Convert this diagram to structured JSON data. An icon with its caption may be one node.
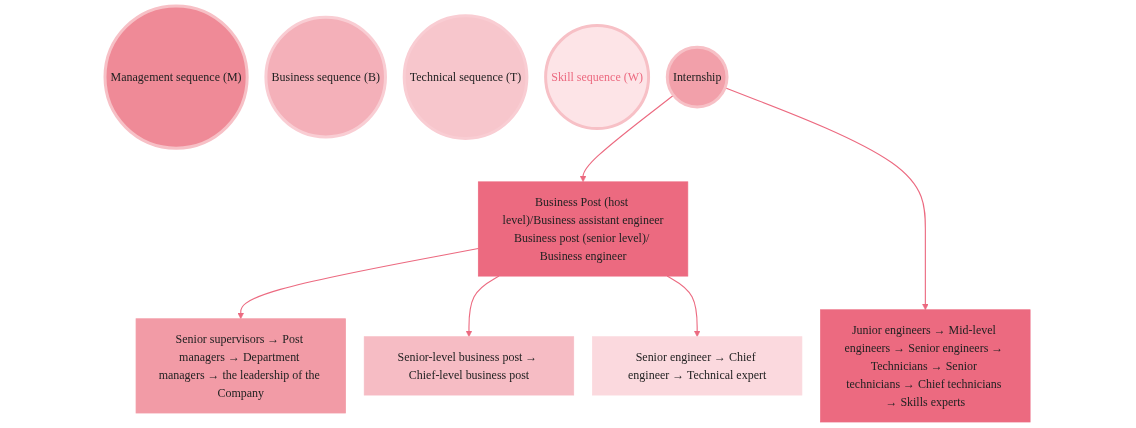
{
  "diagram": {
    "nodes": [
      {
        "text": [
          "Internship"
        ]
      },
      {
        "text": [
          "Business Post (host level)/Business assistant engineer",
          "Business post (senior level)/ Business engineer"
        ]
      },
      {
        "text": [
          "Senior supervisors → Post managers → Department managers → the leadership of the Company"
        ]
      },
      {
        "text": [
          "Senior-level business post → Chief-level business post"
        ]
      },
      {
        "text": [
          "Senior engineer → Chief engineer → Technical expert"
        ]
      },
      {
        "text": [
          "Junior engineers → Mid-level engineers → Senior engineers → Technicians → Senior technicians → Chief technicians → Skills experts"
        ]
      },
      {
        "text": [
          "Management sequence (M)"
        ]
      },
      {
        "text": [
          "Business sequence (B)"
        ]
      },
      {
        "text": [
          "Technical sequence (T)"
        ]
      },
      {
        "text": [
          "Skill sequence (W)"
        ]
      }
    ],
    "edges": [
      {
        "from": 0,
        "to": 1,
        "arrow": "to"
      },
      {
        "from": 0,
        "to": 5,
        "arrow": "to"
      },
      {
        "from": 1,
        "to": 2,
        "arrow": "to"
      },
      {
        "from": 1,
        "to": 3,
        "arrow": "to"
      },
      {
        "from": 1,
        "to": 4,
        "arrow": "to"
      }
    ]
  }
}
